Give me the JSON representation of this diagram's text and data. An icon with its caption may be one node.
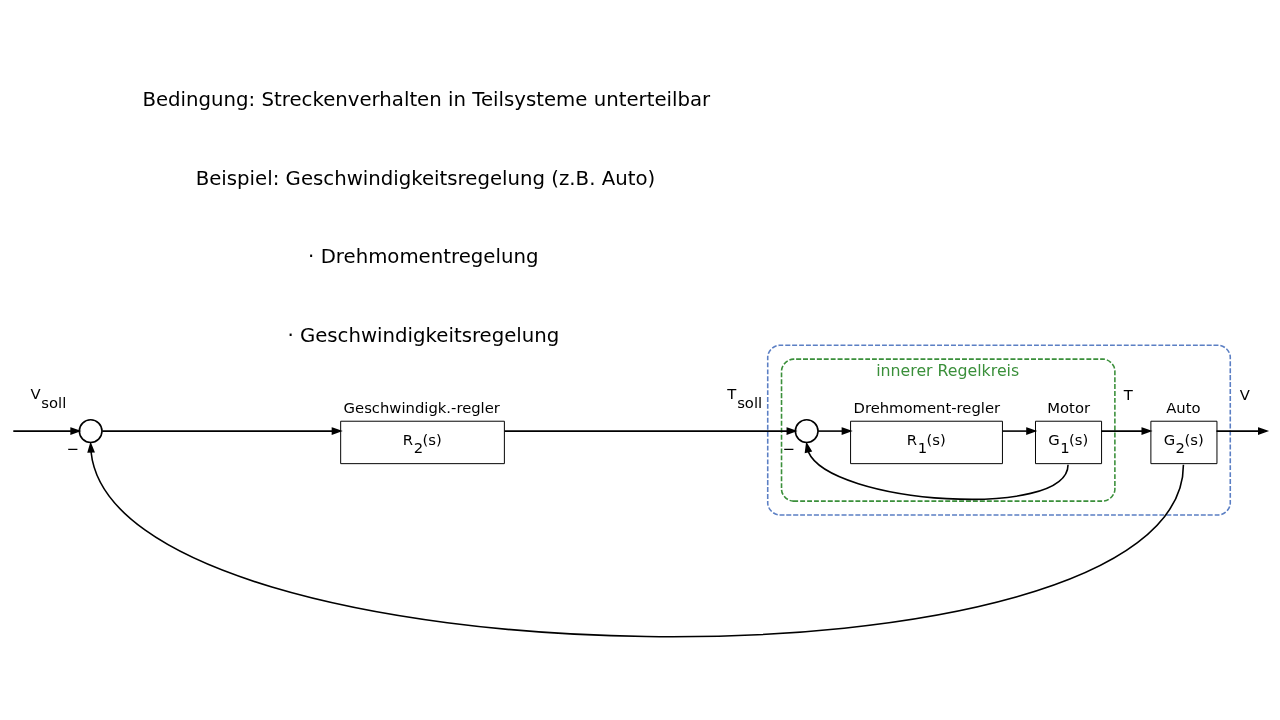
{
  "diagram": {
    "nodes": [
      {
        "text": [],
        "shape": "circle",
        "beside": [
          "−"
        ]
      },
      {
        "text": [
          "Geschwindigk.-regler",
          "R$_{2}$(s)"
        ]
      },
      {
        "text": [],
        "shape": "ellipse"
      },
      {
        "text": [
          "innerer Regelkreis"
        ],
        "in": 2
      },
      {
        "text": [],
        "shape": "circle",
        "beside": [
          "−"
        ],
        "in": 3
      },
      {
        "text": [
          "Drehmoment-regler",
          "R$_{1}$(s)"
        ],
        "in": 3
      },
      {
        "text": [
          "Motor",
          "G$_{1}$(s)"
        ],
        "in": 3
      },
      {
        "text": [
          "Auto",
          "G$_{2}$(s)"
        ],
        "in": 2
      }
    ],
    "edges": [
      {
        "from": null,
        "to": 0,
        "arrow": "to",
        "label": "V$_{soll}$"
      },
      {
        "from": 0,
        "to": 1,
        "arrow": "to"
      },
      {
        "from": 1,
        "to": 4,
        "arrow": "to",
        "label": "T$_{soll}$"
      },
      {
        "from": 4,
        "to": 5,
        "arrow": "to"
      },
      {
        "from": 5,
        "to": 6,
        "arrow": "to"
      },
      {
        "from": 6,
        "to": 7,
        "arrow": "to",
        "label": "T"
      },
      {
        "from": 6,
        "to": 4,
        "arrow": "to"
      },
      {
        "from": 7,
        "to": null,
        "arrow": "to",
        "label": "V"
      },
      {
        "from": 7,
        "to": 0,
        "arrow": "to"
      }
    ],
    "labels": [
      "Bedingung: Streckenverhalten in Teilsysteme unterteilbar",
      "Beispiel: Geschwindigkeitsregelung (z.B. Auto)",
      "· Drehmomentregelung",
      "· Geschwindigkeitsregelung"
    ]
  }
}
